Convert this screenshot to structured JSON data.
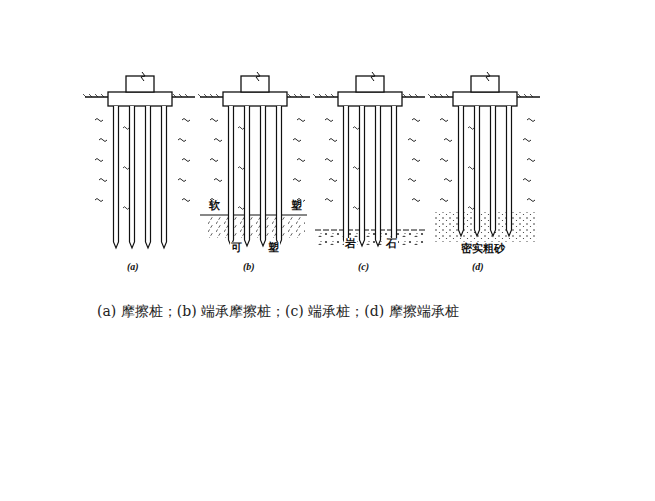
{
  "diagram": {
    "caption": "(a) 摩擦桩；(b) 端承摩擦桩；(c) 端承桩；(d) 摩擦端承桩",
    "labels": [
      "(a)",
      "(b)",
      "(c)",
      "(d)",
      "软",
      "塑",
      "可",
      "塑",
      "岩",
      "石",
      "密实粗砂"
    ]
  }
}
